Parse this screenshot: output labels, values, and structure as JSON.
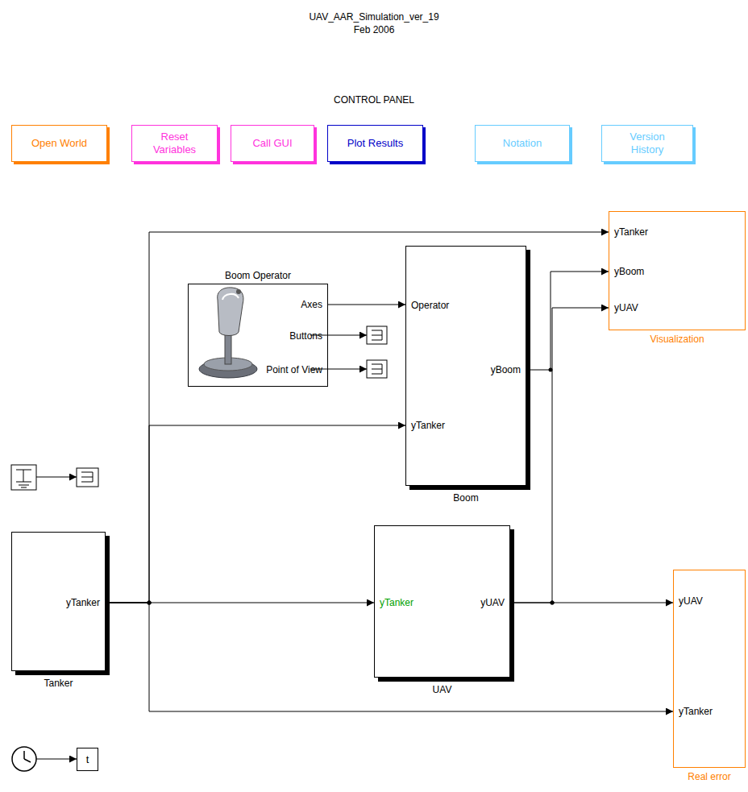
{
  "diagram": {
    "title": "UAV_AAR_Simulation_ver_19 Feb 2006",
    "nodes": [
      {
        "text": [
          "Open World"
        ]
      },
      {
        "text": [
          "Reset Variables"
        ]
      },
      {
        "text": [
          "Call GUI"
        ]
      },
      {
        "text": [
          "Plot Results"
        ]
      },
      {
        "text": [
          "Notation"
        ]
      },
      {
        "text": [
          "Version History"
        ]
      },
      {
        "text": [
          "yTanker",
          "yBoom",
          "yUAV",
          "Visualization"
        ]
      },
      {
        "text": [
          "Boom Operator",
          "Axes",
          "Buttons",
          "Point of View"
        ]
      },
      {
        "text": [
          "Operator",
          "yBoom",
          "yTanker",
          "Boom"
        ]
      },
      {
        "text": [
          "yTanker",
          "Tanker"
        ]
      },
      {
        "text": [
          "yTanker",
          "yUAV",
          "UAV"
        ]
      },
      {
        "text": [
          "yUAV",
          "yTanker",
          "Real error"
        ]
      },
      {
        "text": [
          "t"
        ]
      }
    ],
    "edges": [
      {
        "from": 9,
        "to": 10,
        "arrow": "to"
      },
      {
        "from": 9,
        "to": 8,
        "arrow": "to"
      },
      {
        "from": 9,
        "to": 6,
        "arrow": "to"
      },
      {
        "from": 9,
        "to": 11,
        "arrow": "to"
      },
      {
        "from": 7,
        "to": 8,
        "arrow": "to"
      },
      {
        "from": 8,
        "to": 6,
        "arrow": "to"
      },
      {
        "from": 10,
        "to": 6,
        "arrow": "to"
      },
      {
        "from": 10,
        "to": 11,
        "arrow": "to"
      }
    ],
    "labels": [
      "CONTROL PANEL"
    ]
  }
}
